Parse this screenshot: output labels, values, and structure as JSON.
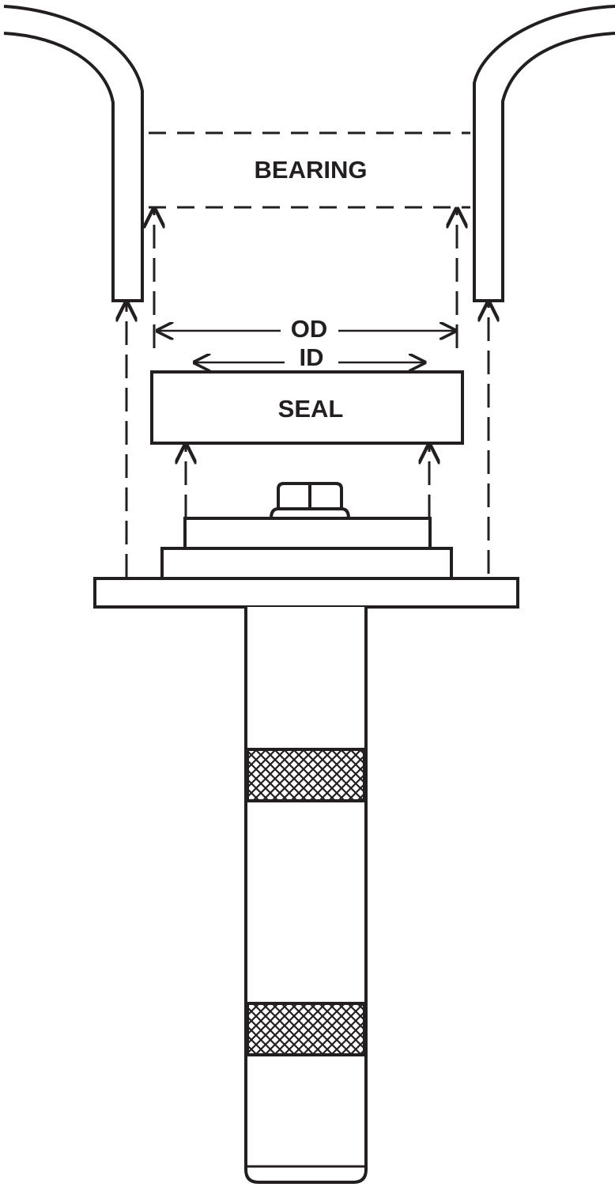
{
  "labels": {
    "bearing": "BEARING",
    "od": "OD",
    "id": "ID",
    "seal": "SEAL"
  },
  "colors": {
    "ink": "#231f20",
    "background": "#ffffff"
  }
}
